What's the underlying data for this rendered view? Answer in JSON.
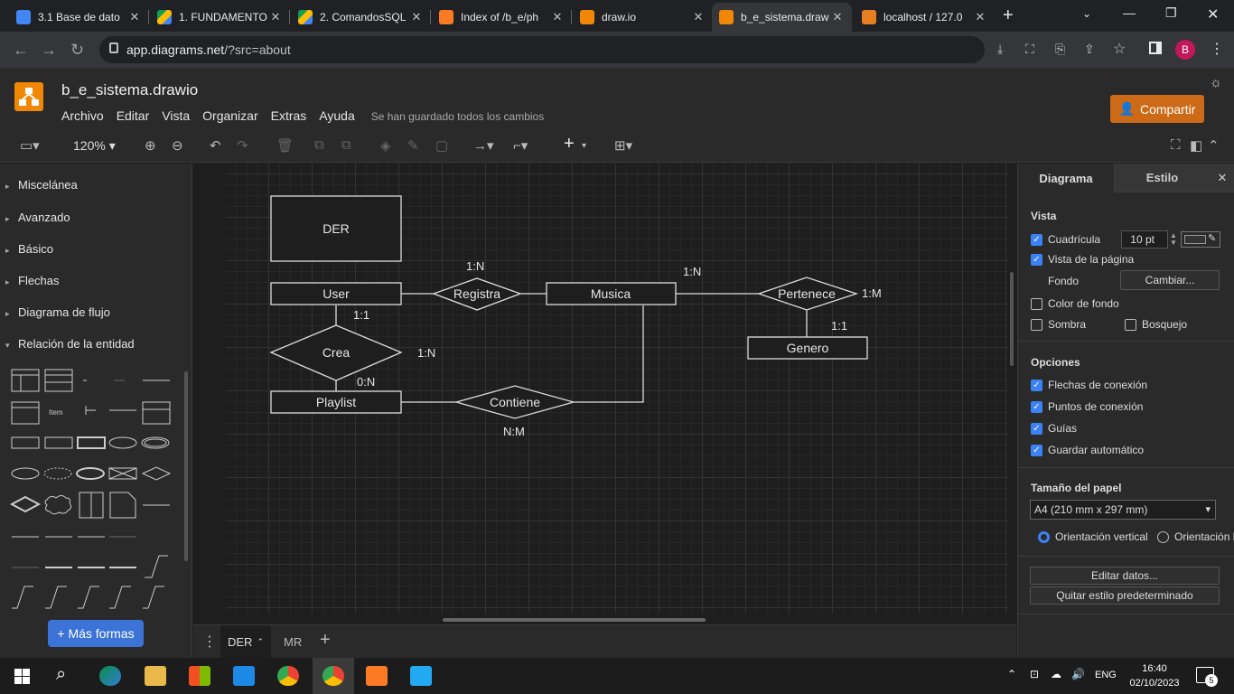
{
  "browser": {
    "tabs": [
      {
        "title": "3.1 Base de dato",
        "color": "#4285f4"
      },
      {
        "title": "1. FUNDAMENTO",
        "color": "#fbbc04"
      },
      {
        "title": "2. ComandosSQL",
        "color": "#fbbc04"
      },
      {
        "title": "Index of /b_e/ph",
        "color": "#fb7a24"
      },
      {
        "title": "draw.io",
        "color": "#f08705"
      },
      {
        "title": "b_e_sistema.draw",
        "color": "#f08705"
      },
      {
        "title": "localhost / 127.0",
        "color": "#e67e22"
      }
    ],
    "url_domain": "app.diagrams.net",
    "url_path": "/?src=about",
    "profile_initial": "B"
  },
  "drawio": {
    "filename": "b_e_sistema.drawio",
    "menu": [
      "Archivo",
      "Editar",
      "Vista",
      "Organizar",
      "Extras",
      "Ayuda"
    ],
    "saved_status": "Se han guardado todos los cambios",
    "share_label": "Compartir",
    "zoom": "120%"
  },
  "sidebar": {
    "categories": [
      {
        "label": "Miscelánea",
        "expanded": false
      },
      {
        "label": "Avanzado",
        "expanded": false
      },
      {
        "label": "Básico",
        "expanded": false
      },
      {
        "label": "Flechas",
        "expanded": false
      },
      {
        "label": "Diagrama de flujo",
        "expanded": false
      },
      {
        "label": "Relación de la entidad",
        "expanded": true
      }
    ],
    "shape_item_label": "Item",
    "more_shapes": "+ Más formas"
  },
  "diagram": {
    "title_box": "DER",
    "entities": [
      "User",
      "Musica",
      "Playlist",
      "Genero"
    ],
    "relationships": [
      "Registra",
      "Pertenece",
      "Crea",
      "Contiene"
    ],
    "cardinalities": [
      "1:N",
      "1:N",
      "1:M",
      "1:1",
      "1:1",
      "1:N",
      "0:N",
      "N:M"
    ]
  },
  "pages": [
    "DER",
    "MR"
  ],
  "panel": {
    "tab_diagram": "Diagrama",
    "tab_style": "Estilo",
    "section_view": "Vista",
    "grid_label": "Cuadrícula",
    "grid_size": "10 pt",
    "page_view_label": "Vista de la página",
    "background_label": "Fondo",
    "change_button": "Cambiar...",
    "bg_color_label": "Color de fondo",
    "shadow_label": "Sombra",
    "sketch_label": "Bosquejo",
    "section_options": "Opciones",
    "options": [
      "Flechas de conexión",
      "Puntos de conexión",
      "Guías",
      "Guardar automático"
    ],
    "section_paper": "Tamaño del papel",
    "paper_size": "A4 (210 mm x 297 mm)",
    "orientation_vertical": "Orientación vertical",
    "orientation_horizontal": "Orientación h",
    "edit_data": "Editar datos...",
    "remove_style": "Quitar estilo predeterminado"
  },
  "taskbar": {
    "language": "ENG",
    "time": "16:40",
    "date": "02/10/2023",
    "notifications": "5"
  }
}
